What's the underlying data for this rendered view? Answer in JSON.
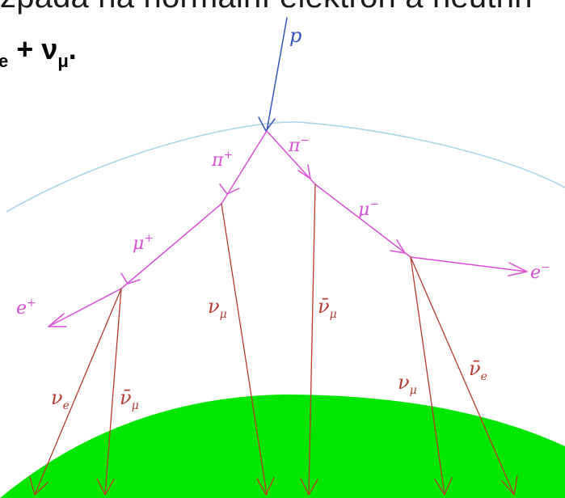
{
  "header": {
    "partial_sentence": "zpadá na normální elektron a neutrin",
    "formula_prefix_sub": "e",
    "formula_plus": "+ ν",
    "formula_suffix_sub": "μ",
    "formula_end": "."
  },
  "diagram": {
    "colors": {
      "proton": "#3355bb",
      "pion_muon": "#d94fd9",
      "neutrino": "#b83a30",
      "atmosphere": "#a9d6ea",
      "earth": "#00e600"
    },
    "labels": {
      "proton": "p",
      "pi_plus": "π",
      "pi_plus_sup": "+",
      "pi_minus": "π",
      "pi_minus_sup": "−",
      "mu_plus": "μ",
      "mu_plus_sup": "+",
      "mu_minus": "μ",
      "mu_minus_sup": "−",
      "e_plus": "e",
      "e_plus_sup": "+",
      "e_minus": "e",
      "e_minus_sup": "−",
      "nu_mu_left": "ν",
      "nu_mu_left_sub": "μ",
      "nubar_mu_mid": "ν̄",
      "nubar_mu_mid_sub": "μ",
      "nu_e": "ν",
      "nu_e_sub": "e",
      "nubar_mu_left": "ν̄",
      "nubar_mu_left_sub": "μ",
      "nu_mu_right": "ν",
      "nu_mu_right_sub": "μ",
      "nubar_e": "ν̄",
      "nubar_e_sub": "e"
    }
  }
}
